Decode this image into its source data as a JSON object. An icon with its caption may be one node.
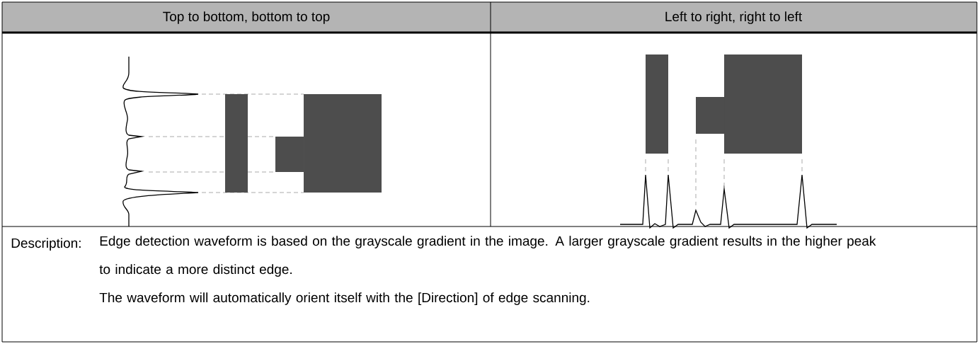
{
  "diagram": {
    "labels": [
      "Top to bottom, bottom to top",
      "Left to right, right to left",
      "Description:",
      "Edge detection waveform is based on the grayscale gradient in the image. A larger grayscale gradient results in the higher peak to indicate a more distinct edge.",
      "The waveform will automatically orient itself with the [Direction] of edge scanning."
    ]
  }
}
